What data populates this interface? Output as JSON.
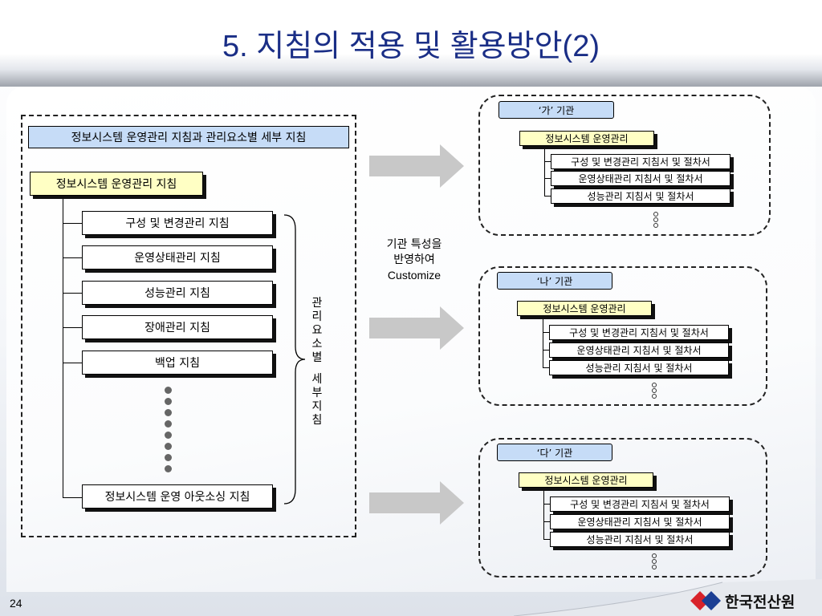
{
  "slide": {
    "title": "5. 지침의 적용 및 활용방안(2)",
    "page_number": "24",
    "logo_text": "한국전산원"
  },
  "left_panel": {
    "header": "정보시스템 운영관리 지침과 관리요소별 세부 지침",
    "root": "정보시스템 운영관리 지침",
    "items": [
      "구성 및 변경관리 지침",
      "운영상태관리 지침",
      "성능관리 지침",
      "장애관리 지침",
      "백업 지침"
    ],
    "last_item": "정보시스템 운영 아웃소싱 지침",
    "brace_label_chars": [
      "관",
      "리",
      "요",
      "소",
      "별",
      "",
      "세",
      "부",
      "지",
      "침"
    ]
  },
  "middle_note": {
    "line1": "기관 특성을",
    "line2": "반영하여",
    "line3": "Customize"
  },
  "orgs": [
    {
      "name": "‘가’ 기관",
      "root": "정보시스템 운영관리",
      "docs": [
        "구성 및 변경관리 지침서 및 절차서",
        "운영상태관리 지침서 및 절차서",
        "성능관리 지침서 및 절차서"
      ]
    },
    {
      "name": "‘나’ 기관",
      "root": "정보시스템 운영관리",
      "docs": [
        "구성 및 변경관리 지침서 및 절차서",
        "운영상태관리 지침서 및 절차서",
        "성능관리 지침서 및 절차서"
      ]
    },
    {
      "name": "‘다’ 기관",
      "root": "정보시스템 운영관리",
      "docs": [
        "구성 및 변경관리 지침서 및 절차서",
        "운영상태관리 지침서 및 절차서",
        "성능관리 지침서 및 절차서"
      ]
    }
  ],
  "colors": {
    "title": "#1a2e86",
    "header_fill": "#c6dcf7",
    "root_fill": "#ffffc4",
    "arrow": "#c8c8c8",
    "logo_red": "#d8232a",
    "logo_blue": "#1c3f94"
  }
}
